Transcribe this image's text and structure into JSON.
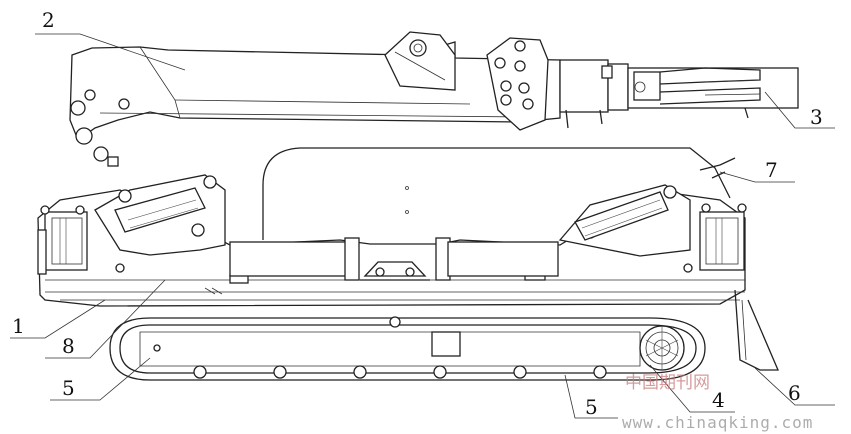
{
  "callouts": [
    "1",
    "2",
    "3",
    "4",
    "5",
    "5",
    "6",
    "7",
    "8"
  ],
  "watermark": {
    "cn": "中国期刊网",
    "url": "www.chinaqking.com"
  },
  "colors": {
    "line": "#222222",
    "watermark_text": "#c87a7a",
    "background": "#ffffff"
  }
}
